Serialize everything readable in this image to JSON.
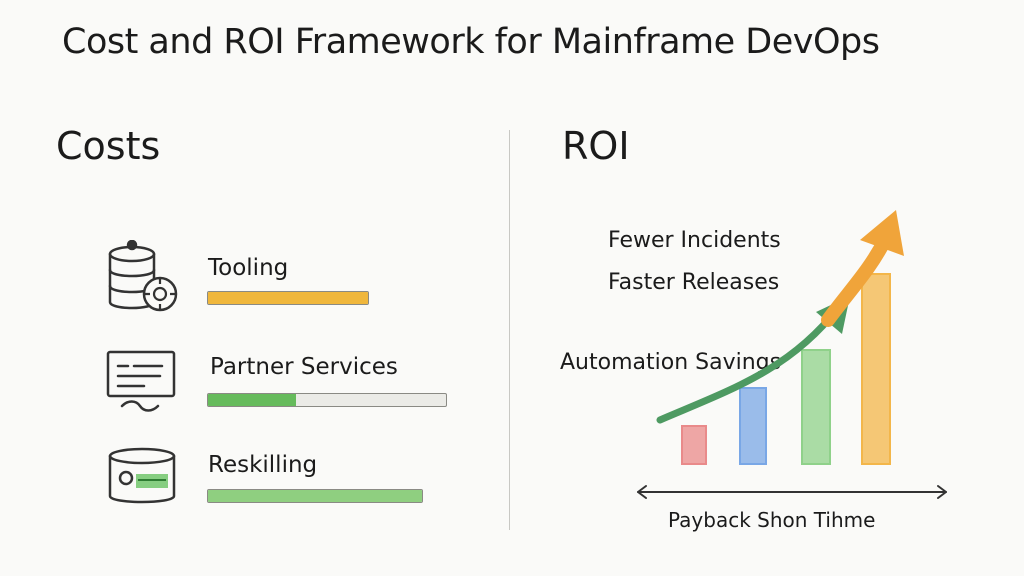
{
  "title": "Cost and ROI Framework for Mainframe DevOps",
  "costs": {
    "heading": "Costs",
    "items": [
      {
        "label": "Tooling",
        "icon": "database-gear-icon",
        "fill": 1.0,
        "color": "#f0b73c"
      },
      {
        "label": "Partner Services",
        "icon": "document-handshake-icon",
        "fill": 0.37,
        "color": "#66bb5c"
      },
      {
        "label": "Reskilling",
        "icon": "training-book-icon",
        "fill": 1.0,
        "color": "#8fcf80"
      }
    ]
  },
  "roi": {
    "heading": "ROI",
    "labels": [
      "Fewer Incidents",
      "Faster Releases",
      "Automation Savings"
    ],
    "bars": [
      {
        "value": 1,
        "color": "#e98a8a"
      },
      {
        "value": 2,
        "color": "#79a7e6"
      },
      {
        "value": 3,
        "color": "#8fd18a"
      },
      {
        "value": 5,
        "color": "#f3b64a"
      }
    ],
    "trend_colors": [
      "#4e9a62",
      "#f0a43a"
    ],
    "timeline_label": "Payback Shon Tihme"
  }
}
